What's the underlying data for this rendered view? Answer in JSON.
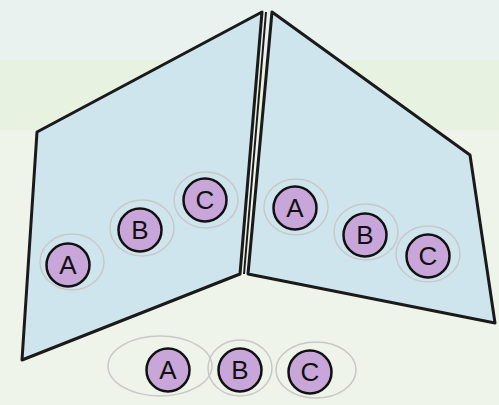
{
  "diagram": {
    "nodes": [
      {
        "text": [
          "A"
        ]
      },
      {
        "text": [
          "B"
        ]
      },
      {
        "text": [
          "C"
        ]
      },
      {
        "text": [
          "A"
        ]
      },
      {
        "text": [
          "B"
        ]
      },
      {
        "text": [
          "C"
        ]
      },
      {
        "text": [
          "A"
        ]
      },
      {
        "text": [
          "B"
        ]
      },
      {
        "text": [
          "C"
        ]
      }
    ]
  }
}
